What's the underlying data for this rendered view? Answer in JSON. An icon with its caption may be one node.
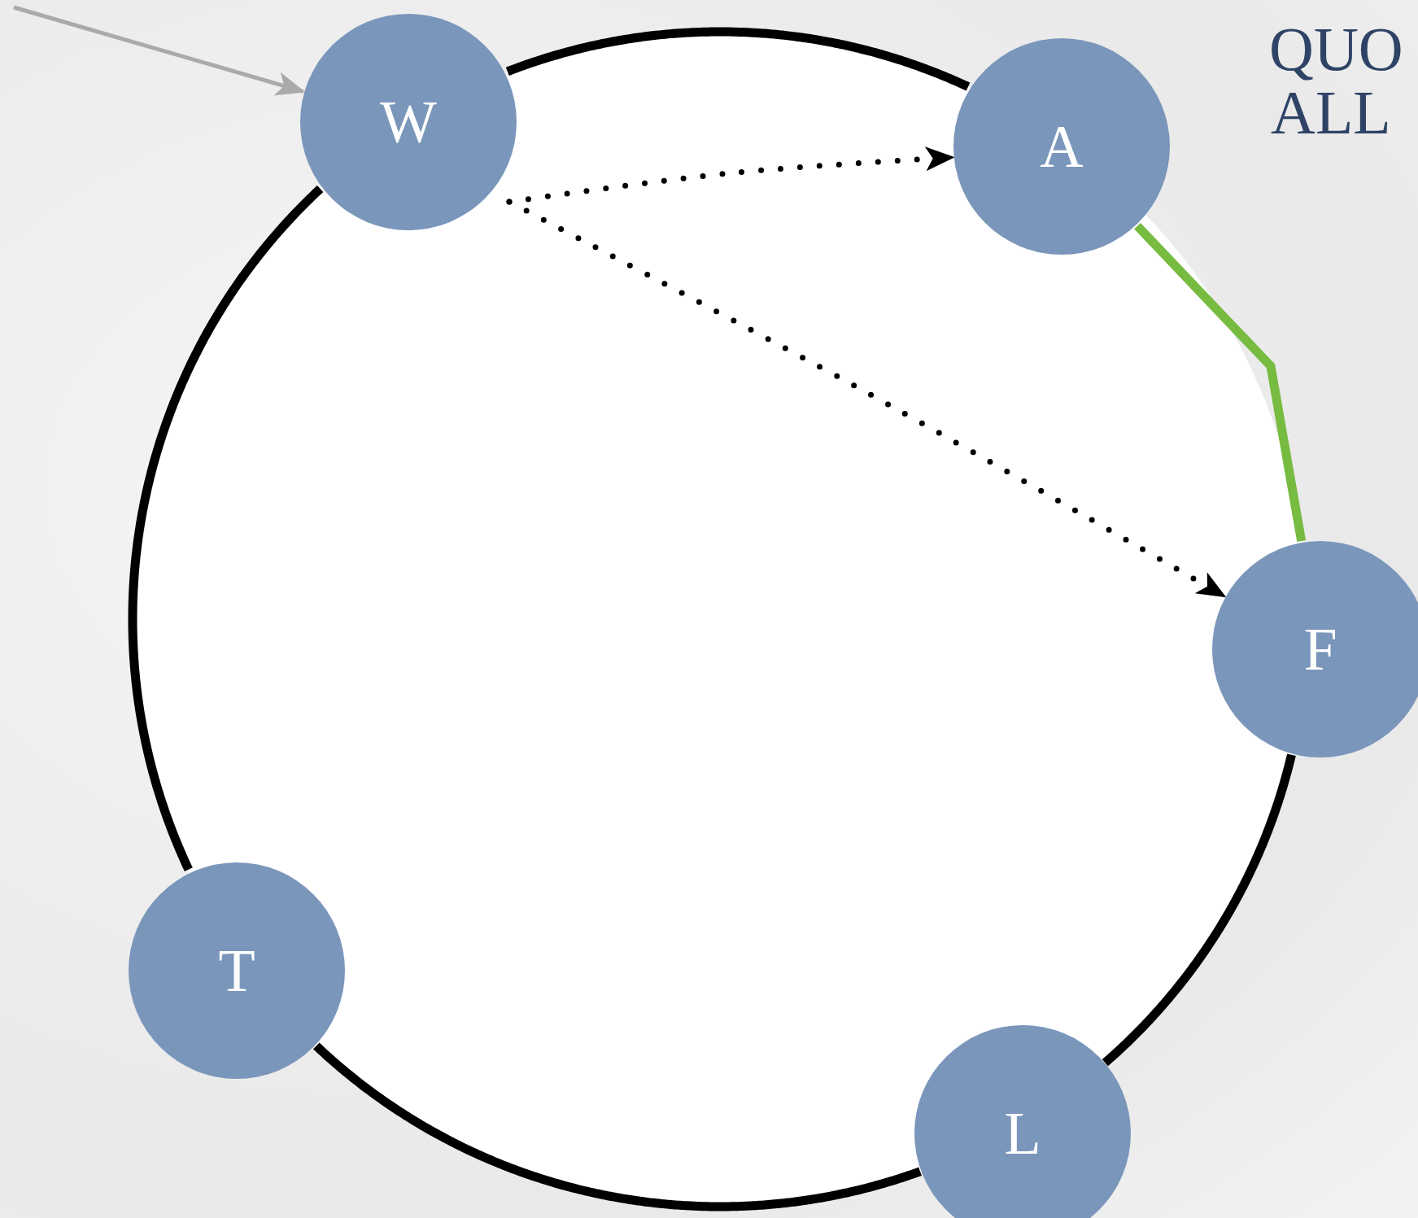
{
  "diagram": {
    "nodes": [
      {
        "text": [
          "W"
        ]
      },
      {
        "text": [
          "A"
        ]
      },
      {
        "text": [
          "F"
        ]
      },
      {
        "text": [
          "T"
        ]
      },
      {
        "text": [
          "L"
        ]
      }
    ],
    "edges": [
      {
        "from": 0,
        "to": 1,
        "arrow": "none"
      },
      {
        "from": 2,
        "to": 4,
        "arrow": "none"
      },
      {
        "from": 4,
        "to": 3,
        "arrow": "none"
      },
      {
        "from": 3,
        "to": 0,
        "arrow": "none"
      },
      {
        "from": null,
        "to": 0,
        "arrow": "to",
        "color": "#aaaaaa"
      },
      {
        "from": 0,
        "to": 1,
        "arrow": "to",
        "style": "dashed"
      },
      {
        "from": 0,
        "to": 2,
        "arrow": "to",
        "style": "dashed"
      },
      {
        "from": 1,
        "to": 2,
        "arrow": "none",
        "color": "#77bb41"
      }
    ],
    "labels": [
      "QUO",
      "ALL"
    ]
  }
}
